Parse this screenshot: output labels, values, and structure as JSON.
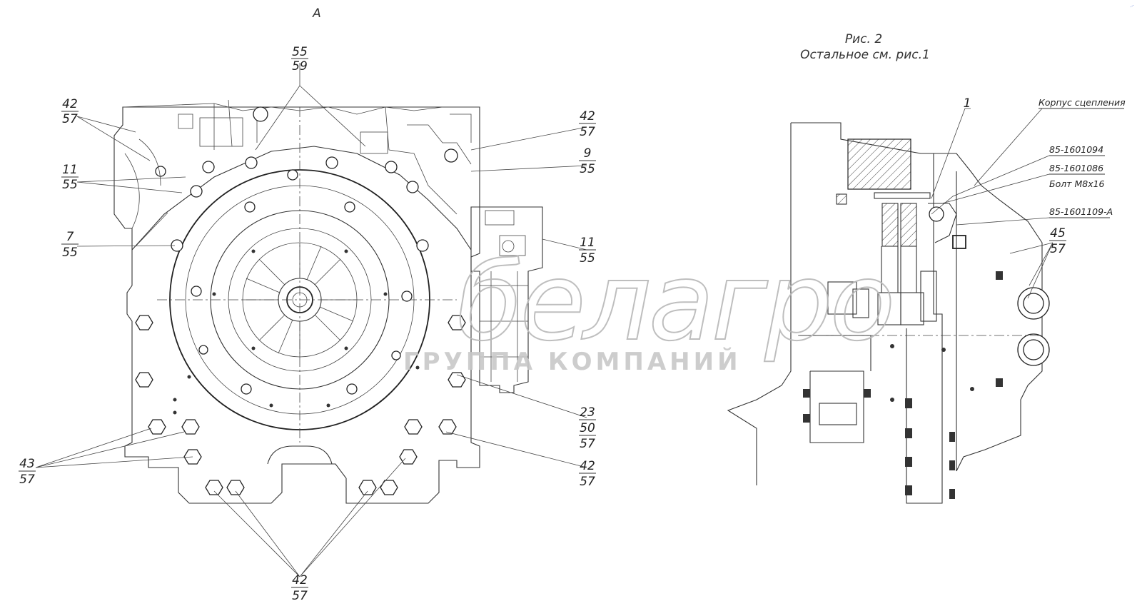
{
  "view_label": "А",
  "figure": {
    "title": "Рис. 2",
    "subtitle": "Остальное см. рис.1"
  },
  "callouts_left": [
    {
      "top": "55",
      "bottom": "59"
    },
    {
      "top": "42",
      "bottom": "57"
    },
    {
      "top": "11",
      "bottom": "55"
    },
    {
      "top": "7",
      "bottom": "55"
    },
    {
      "top": "42",
      "bottom": "57"
    },
    {
      "top": "9",
      "bottom": "55"
    },
    {
      "top": "11",
      "bottom": "55"
    },
    {
      "top": "23",
      "mid": "50",
      "bottom": "57"
    },
    {
      "top": "42",
      "bottom": "57"
    },
    {
      "top": "43",
      "bottom": "57"
    },
    {
      "top": "42",
      "bottom": "57"
    }
  ],
  "callouts_right": [
    {
      "text": "1"
    },
    {
      "text": "Корпус сцепления"
    },
    {
      "text": "85-1601094"
    },
    {
      "text": "85-1601086"
    },
    {
      "text": "Болт М8х16"
    },
    {
      "text": "85-1601109-А"
    },
    {
      "top": "45",
      "bottom": "57"
    }
  ],
  "watermark": {
    "brand": "белагро",
    "tagline": "ГРУППА КОМПАНИЙ"
  }
}
